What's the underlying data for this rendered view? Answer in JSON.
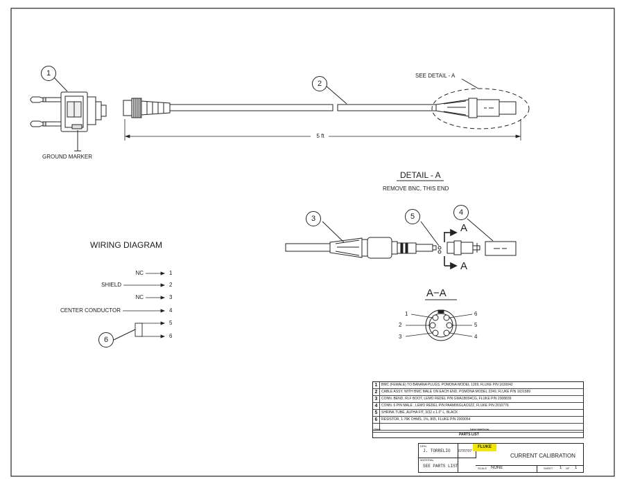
{
  "balloons": {
    "b1": "1",
    "b2": "2",
    "b3": "3",
    "b4": "4",
    "b5": "5",
    "b6": "6"
  },
  "labels": {
    "see_detail": "SEE DETAIL - A",
    "ground_marker": "GROUND MARKER",
    "length": "5 ft",
    "detail_title": "DETAIL - A",
    "detail_note": "REMOVE BNC, THIS END",
    "section_a_top": "A",
    "section_a_bottom": "A",
    "section_title": "A−A"
  },
  "section_pins": {
    "p1": "1",
    "p2": "2",
    "p3": "3",
    "p4": "4",
    "p5": "5",
    "p6": "6"
  },
  "wiring": {
    "title": "WIRING DIAGRAM",
    "nc1": "NC",
    "shield": "SHIELD",
    "nc3": "NC",
    "center": "CENTER CONDUCTOR",
    "pins": [
      "1",
      "2",
      "3",
      "4",
      "5",
      "6"
    ]
  },
  "parts": [
    {
      "num": "1",
      "desc": "BMC (FEMALE) TO BANANA PLUGS, POMONA MODEL 1269, FLUKE P/N 1630042"
    },
    {
      "num": "2",
      "desc": "CABLE ASSY. WITH BMC MALE ON EACH END, POMONA MODEL 2249, FLUKE P/N 1631589"
    },
    {
      "num": "3",
      "desc": "CONN. BEND, RLF BOOT, LEMO REDEL P/N GMA1B094CG, FLUKE P/N 2008839"
    },
    {
      "num": "4",
      "desc": "CONN. 6 PIN MALE , LEMO REDEL P/N PAAM06GLAC6ZZ, FLUKE P/N 2010776"
    },
    {
      "num": "5",
      "desc": "SHRINK TUBE, ALPHA FIT, 3/32 x 1.0\" L, BLACK"
    },
    {
      "num": "6",
      "desc": "RESISTOR, 1.78K OHMS, 1%, 805, FLUKE P/N 2009054"
    }
  ],
  "parts_header": {
    "item": "ITEM",
    "description": "DESCRIPTION",
    "parts_list": "PARTS LIST"
  },
  "title_block": {
    "drn_label": "DRN.",
    "drawn_by": "J. TORRELIO",
    "date": "07/07/07",
    "material_label": "MATERIAL",
    "material": "SEE PARTS LIST",
    "logo": "FLUKE",
    "title": "CURRENT CALIBRATION",
    "scale_label": "SCALE",
    "scale": "NONE",
    "sheet_label": "SHEET",
    "sheet": "1",
    "of_label": "OF",
    "of": "1"
  }
}
